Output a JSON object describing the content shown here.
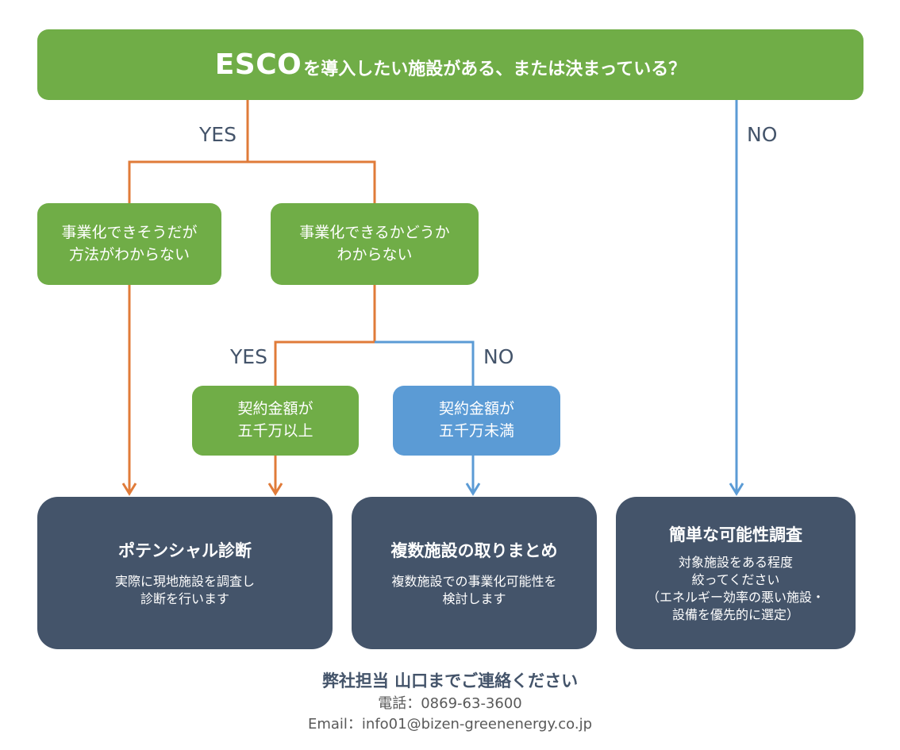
{
  "colors": {
    "green": "#70ad47",
    "blue": "#5b9bd5",
    "navy": "#44546a",
    "orange": "#e07b39"
  },
  "question": {
    "esco": "ESCO",
    "rest": "を導入したい施設がある、または決まっている？"
  },
  "labels": {
    "yes_top": "YES",
    "no_top": "NO",
    "yes_mid": "YES",
    "no_mid": "NO"
  },
  "branch_left": {
    "line1": "事業化できそうだが",
    "line2": "方法がわからない"
  },
  "branch_middle": {
    "line1": "事業化できるかどうか",
    "line2": "わからない"
  },
  "contract_over": {
    "line1": "契約金額が",
    "line2": "五千万以上"
  },
  "contract_under": {
    "line1": "契約金額が",
    "line2": "五千万未満"
  },
  "results": {
    "potential": {
      "title": "ポテンシャル診断",
      "line1": "実際に現地施設を調査し",
      "line2": "診断を行います"
    },
    "multiple": {
      "title": "複数施設の取りまとめ",
      "line1": "複数施設での事業化可能性を",
      "line2": "検討します"
    },
    "simple": {
      "title": "簡単な可能性調査",
      "line1": "対象施設をある程度",
      "line2": "絞ってください",
      "line3": "（エネルギー効率の悪い施設・",
      "line4": "設備を優先的に選定）"
    }
  },
  "contact": {
    "title": "弊社担当 山口までご連絡ください",
    "phone": "電話：0869-63-3600",
    "email": "Email：info01@bizen-greenenergy.co.jp"
  }
}
